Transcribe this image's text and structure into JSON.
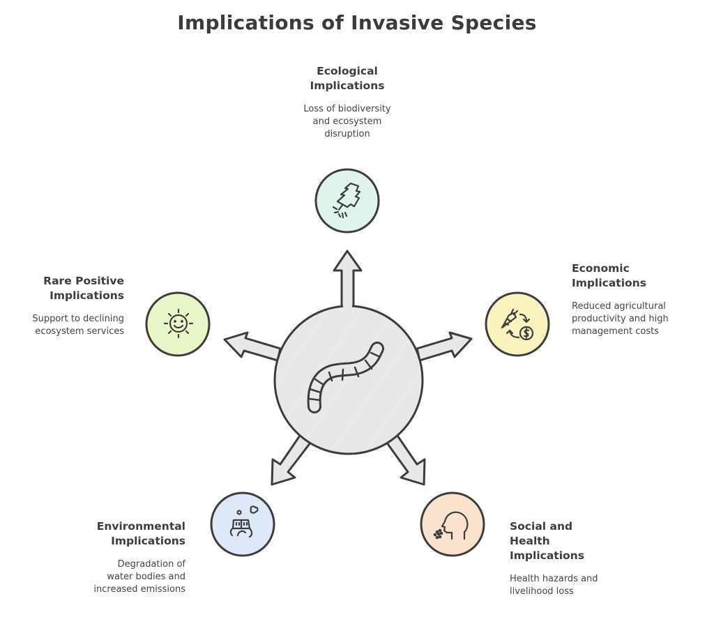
{
  "title": "Implications of Invasive Species",
  "colors": {
    "stroke": "#3c3c3c",
    "center_fill": "#e8e8e8",
    "ecological_fill": "#dff5ec",
    "economic_fill": "#faf3bd",
    "positive_fill": "#e8f7c8",
    "environmental_fill": "#dde8f8",
    "social_fill": "#fbe2cc"
  },
  "center": {
    "icon": "worm-icon"
  },
  "nodes": {
    "ecological": {
      "heading_line1": "Ecological",
      "heading_line2": "Implications",
      "desc_line1": "Loss of biodiversity",
      "desc_line2": "and ecosystem",
      "desc_line3": "disruption",
      "icon": "tree-uprooted-icon"
    },
    "economic": {
      "heading_line1": "Economic",
      "heading_line2": "Implications",
      "desc_line1": "Reduced agricultural",
      "desc_line2": "productivity and high",
      "desc_line3": "management costs",
      "icon": "crop-money-cycle-icon"
    },
    "positive": {
      "heading_line1": "Rare Positive",
      "heading_line2": "Implications",
      "desc_line1": "Support to declining",
      "desc_line2": "ecosystem services",
      "icon": "smiling-sun-icon"
    },
    "environmental": {
      "heading_line1": "Environmental",
      "heading_line2": "Implications",
      "desc_line1": "Degradation of",
      "desc_line2": "water bodies and",
      "desc_line3": "increased emissions",
      "icon": "factory-pollution-icon"
    },
    "social": {
      "heading_line1": "Social and",
      "heading_line2": "Health",
      "heading_line3": "Implications",
      "desc_line1": "Health hazards and",
      "desc_line2": "livelihood loss",
      "icon": "sick-person-cough-icon"
    }
  }
}
